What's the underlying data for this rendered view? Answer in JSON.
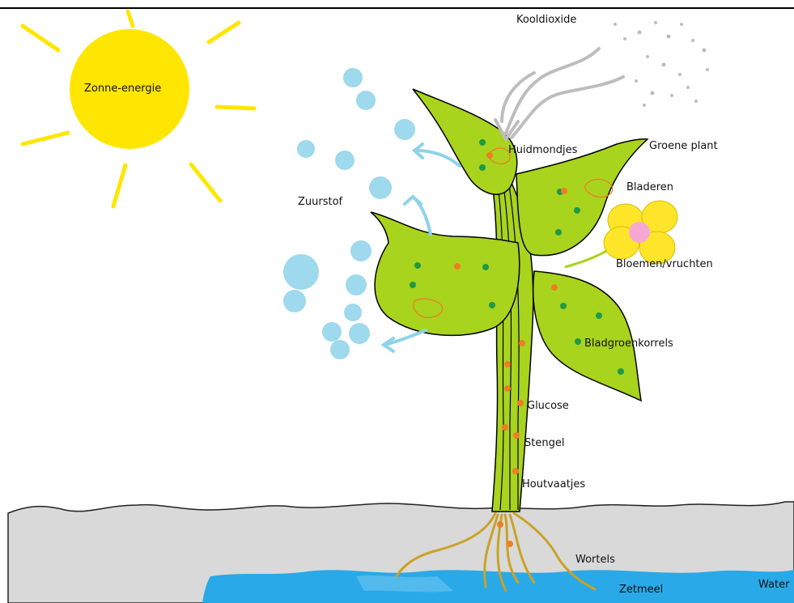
{
  "labels": {
    "sun": "Zonne-energie",
    "co2": "Kooldioxide",
    "stomata": "Huidmondjes",
    "plant": "Groene plant",
    "leaves": "Bladeren",
    "oxygen": "Zuurstof",
    "flowers": "Bloemen/vruchten",
    "chloroplasts": "Bladgroenkorrels",
    "glucose": "Glucose",
    "stem": "Stengel",
    "xylem": "Houtvaatjes",
    "roots": "Wortels",
    "starch": "Zetmeel",
    "water": "Water"
  },
  "colors": {
    "sun": "#ffe600",
    "leaf": "#a8d41e",
    "soil": "#d9d9d9",
    "water": "#29a9e8",
    "oxygen": "#8ed3ea",
    "co2": "#bdbdbd",
    "roots": "#c9a227",
    "flower": "#ffe52a",
    "flower_center": "#f7a8d2",
    "glucose": "#f07d24",
    "chloroplast": "#1f9a45"
  }
}
